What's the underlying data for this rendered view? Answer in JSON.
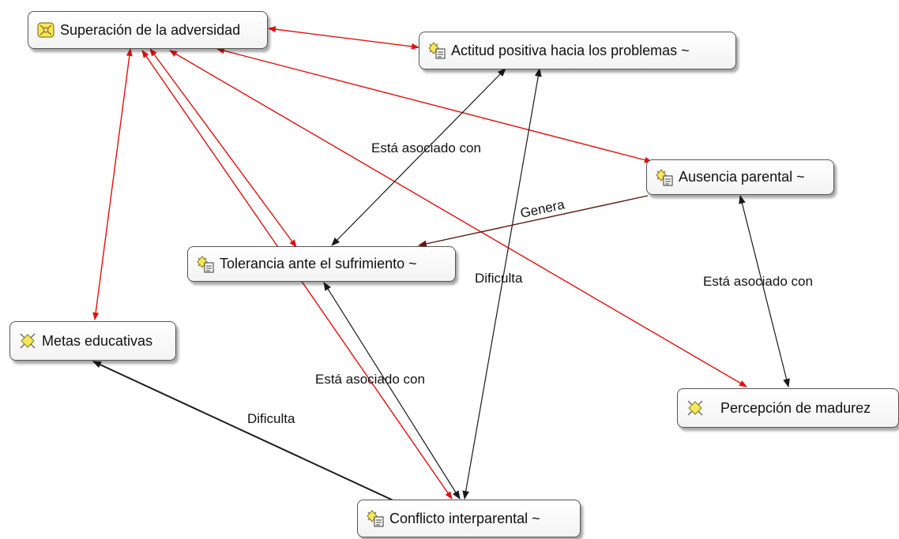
{
  "nodes": [
    {
      "id": "superacion",
      "label": "Superación de la adversidad",
      "icon": "family-icon"
    },
    {
      "id": "actitud",
      "label": "Actitud positiva hacia los problemas ~",
      "icon": "code-memo-icon"
    },
    {
      "id": "ausencia",
      "label": "Ausencia parental ~",
      "icon": "code-memo-icon"
    },
    {
      "id": "tolerancia",
      "label": "Tolerancia ante el sufrimiento ~",
      "icon": "code-memo-icon"
    },
    {
      "id": "metas",
      "label": "Metas educativas",
      "icon": "code-icon"
    },
    {
      "id": "percepcion",
      "label": "Percepción de madurez",
      "icon": "code-icon"
    },
    {
      "id": "conflicto",
      "label": "Conflicto interparental ~",
      "icon": "code-memo-icon"
    }
  ],
  "edge_labels": {
    "actitud_tolerancia": "Está asociado con",
    "ausencia_tolerancia": "Genera",
    "actitud_conflicto": "Dificulta",
    "ausencia_percepcion": "Está asociado con",
    "tolerancia_conflicto": "Está asociado con",
    "metas_conflicto": "Dificulta"
  },
  "colors": {
    "red_link": "#e01010",
    "black_link": "#1a1a1a",
    "genera_link": "#5a1a10",
    "icon_yellow": "#f4e85a"
  }
}
